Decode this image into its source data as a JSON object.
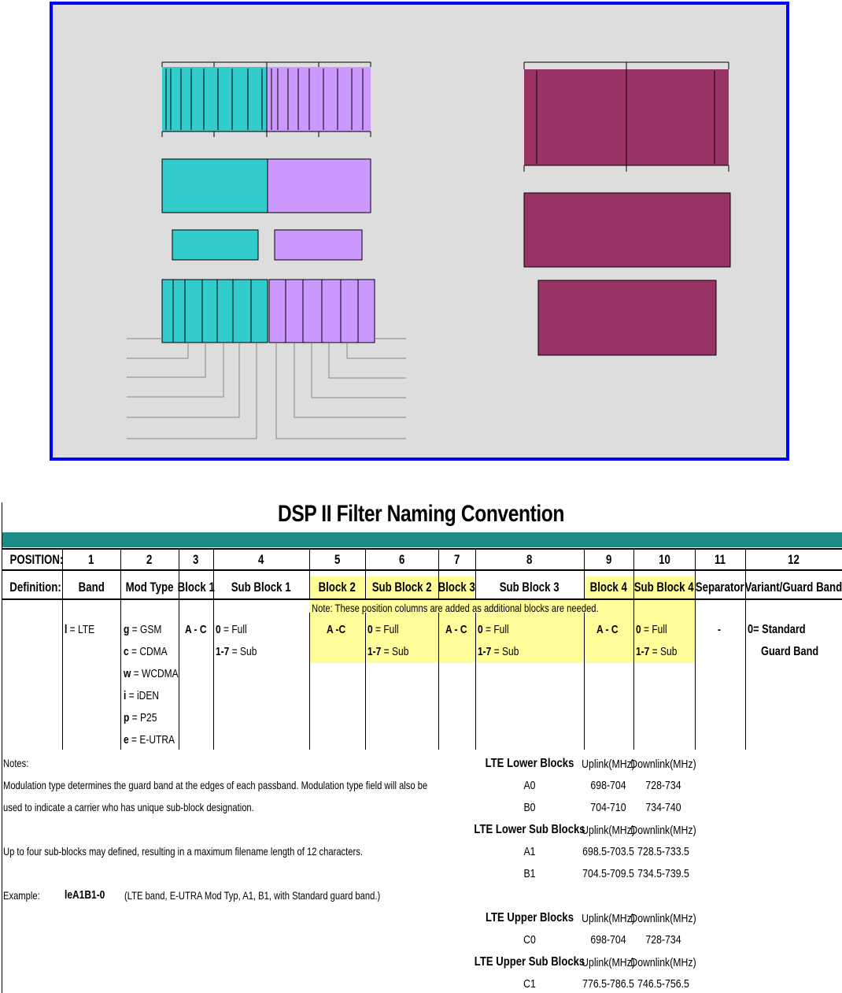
{
  "title": "DSP II Filter Naming Convention",
  "colors": {
    "teal": "#33cccc",
    "lavender": "#cc99ff",
    "maroon": "#993366",
    "frame_blue": "#0000ff",
    "frame_bg": "#dddddd",
    "highlight": "#fffd9a",
    "header_bar": "#1c8c84"
  },
  "position_label": "POSITION:",
  "definition_label": "Definition:",
  "positions": [
    "1",
    "2",
    "3",
    "4",
    "5",
    "6",
    "7",
    "8",
    "9",
    "10",
    "11",
    "12"
  ],
  "definitions": [
    "Band",
    "Mod Type",
    "Block 1",
    "Sub Block 1",
    "Block 2",
    "Sub Block 2",
    "Block 3",
    "Sub Block 3",
    "Block 4",
    "Sub Block 4",
    "Separator",
    "Variant/Guard Band"
  ],
  "added_note": "Note: These position columns are added as additional blocks are needed.",
  "band": {
    "code": "l",
    "rest": " = LTE"
  },
  "mod_types": [
    {
      "code": "g",
      "rest": " = GSM"
    },
    {
      "code": "c",
      "rest": " = CDMA"
    },
    {
      "code": "w",
      "rest": " = WCDMA"
    },
    {
      "code": "i",
      "rest": " = iDEN"
    },
    {
      "code": "p",
      "rest": " = P25"
    },
    {
      "code": "e",
      "rest": " = E-UTRA"
    }
  ],
  "block1": "A - C",
  "block2": "A -C",
  "block3": "A - C",
  "block4": "A - C",
  "sub_full": {
    "code": "0",
    "rest": " = Full"
  },
  "sub_sub": {
    "code": "1-7",
    "rest": " = Sub"
  },
  "separator": "-",
  "variant": {
    "line1": "0= Standard",
    "line2": "Guard Band"
  },
  "notes": {
    "heading": "Notes:",
    "line1": "Modulation type determines the guard band at the edges of each passband.  Modulation type field will also be",
    "line2": "used to indicate a carrier who has unique sub-block designation.",
    "line3": "Up to four sub-blocks may defined, resulting in a maximum filename length of 12 characters.",
    "example_label": "Example:",
    "example_code": "leA1B1-0",
    "example_desc": "(LTE band, E-UTRA Mod Typ, A1, B1, with Standard guard band.)"
  },
  "lte": {
    "uplink": "Uplink(MHz)",
    "downlink": "Downlink(MHz)",
    "groups": [
      {
        "heading": "LTE Lower Blocks",
        "rows": [
          [
            "A0",
            "698-704",
            "728-734"
          ],
          [
            "B0",
            "704-710",
            "734-740"
          ]
        ]
      },
      {
        "heading": "LTE Lower Sub Blocks",
        "rows": [
          [
            "A1",
            "698.5-703.5",
            "728.5-733.5"
          ],
          [
            "B1",
            "704.5-709.5",
            "734.5-739.5"
          ]
        ]
      },
      {
        "heading": "LTE Upper Blocks",
        "rows": [
          [
            "C0",
            "698-704",
            "728-734"
          ]
        ]
      },
      {
        "heading": "LTE Upper Sub Blocks",
        "rows": [
          [
            "C1",
            "776.5-786.5",
            "746.5-756.5"
          ]
        ]
      }
    ]
  }
}
